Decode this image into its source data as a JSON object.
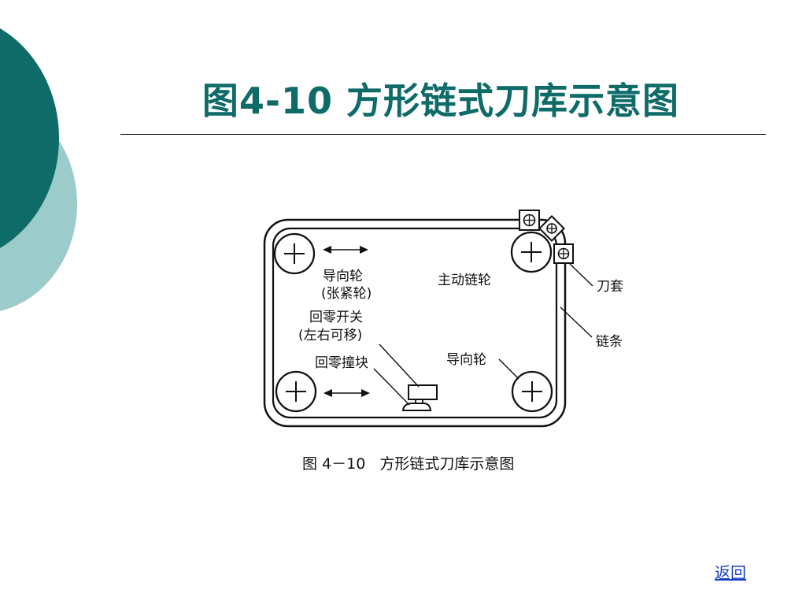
{
  "slide": {
    "title": "图4-10 方形链式刀库示意图",
    "back_link": "返回"
  },
  "colors": {
    "accent_dark": "#0e6b68",
    "accent_light": "#9ccbcb",
    "link": "#1a3fc6"
  },
  "diagram": {
    "labels": {
      "guide_wheel_top": "导向轮",
      "tension_wheel": "(张紧轮)",
      "main_sprocket": "主动链轮",
      "tool_holder": "刀套",
      "zero_switch": "回零开关",
      "zero_switch_note": "(左右可移)",
      "zero_stop_block": "回零撞块",
      "chain": "链条",
      "guide_wheel_bottom": "导向轮"
    },
    "caption": "图 4－10   方形链式刀库示意图"
  }
}
